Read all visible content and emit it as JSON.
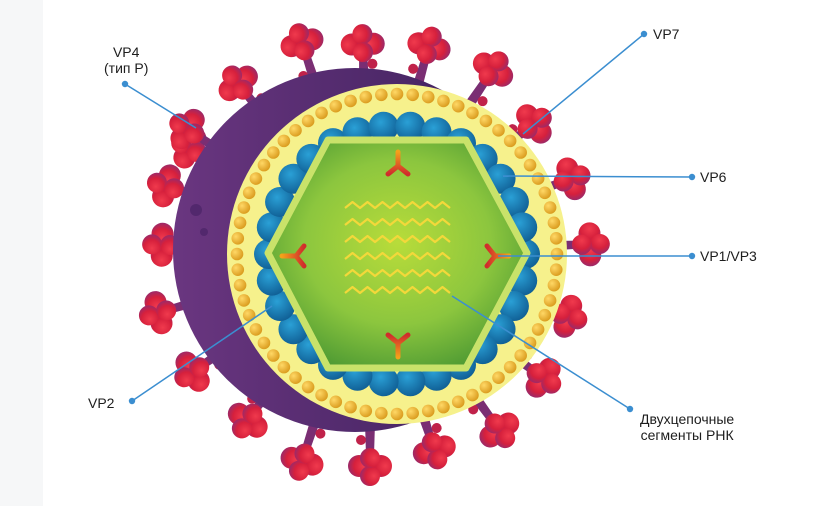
{
  "labels": {
    "vp4_line1": "VP4",
    "vp4_line2": "(тип P)",
    "vp7": "VP7",
    "vp6": "VP6",
    "vp1_vp3": "VP1/VP3",
    "vp2": "VP2",
    "rna_line1": "Двухцепочные",
    "rna_line2": "сегменты РНК"
  },
  "colors": {
    "spike": "#e0213b",
    "outer_shell": "#5a2d72",
    "vp7_layer": "#f6f18c",
    "bead": "#e8b12a",
    "vp6_bead": "#1d7fb8",
    "inner_core": "#a3d13b",
    "rna": "#f3d83a",
    "vp1_vp3": "#d4412c",
    "leader_line": "#3b8ed0"
  },
  "icons": {
    "rna_strand": "zigzag-strand",
    "vp1_vp3_marker": "y-shaped-enzyme"
  }
}
